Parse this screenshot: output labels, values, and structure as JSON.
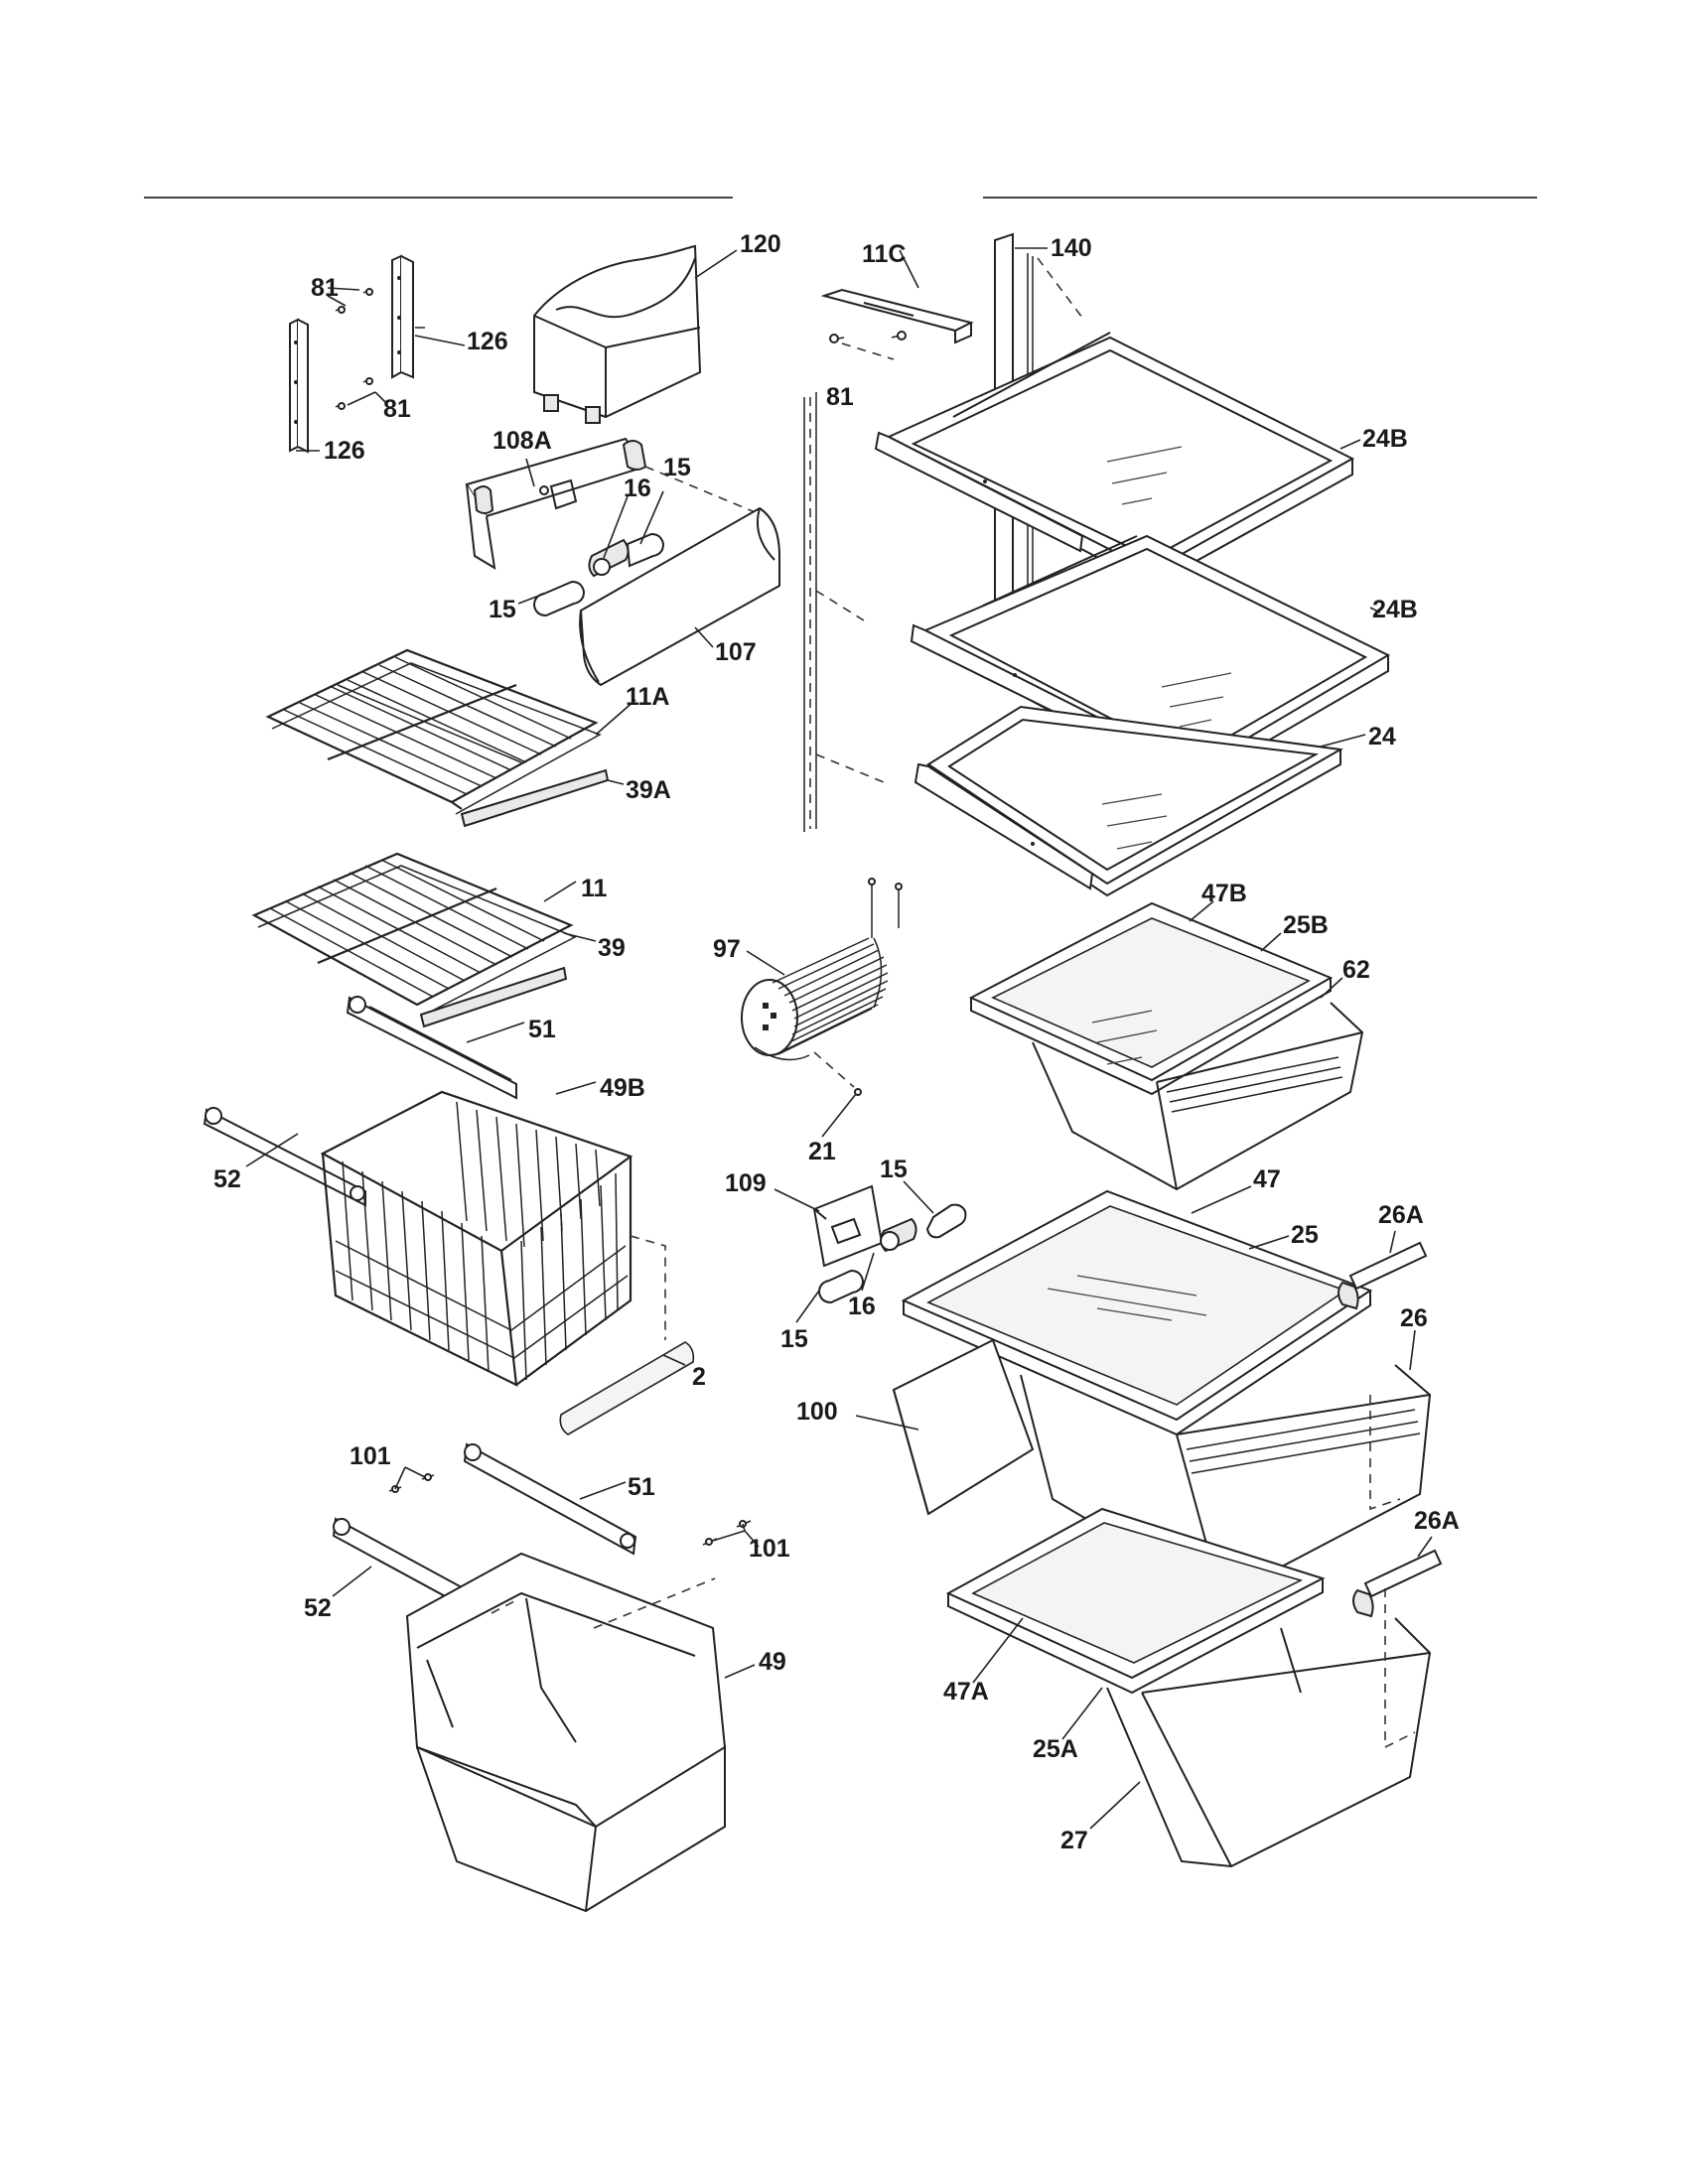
{
  "labels": {
    "p120": "120",
    "p81a": "81",
    "p126a": "126",
    "p81b": "81",
    "p126b": "126",
    "p108A": "108A",
    "p15a": "15",
    "p16a": "16",
    "p15b": "15",
    "p107": "107",
    "p11A": "11A",
    "p39A": "39A",
    "p11": "11",
    "p39": "39",
    "p51a": "51",
    "p49B": "49B",
    "p52a": "52",
    "p2": "2",
    "p101a": "101",
    "p51b": "51",
    "p101b": "101",
    "p52b": "52",
    "p49": "49",
    "p11C": "11C",
    "p140": "140",
    "p81c": "81",
    "p24Ba": "24B",
    "p24Bb": "24B",
    "p24": "24",
    "p97": "97",
    "p47B": "47B",
    "p25B": "25B",
    "p62": "62",
    "p21": "21",
    "p109": "109",
    "p15c": "15",
    "p15d": "15",
    "p16b": "16",
    "p47": "47",
    "p25": "25",
    "p26Aa": "26A",
    "p26": "26",
    "p100": "100",
    "p26Ab": "26A",
    "p47A": "47A",
    "p25A": "25A",
    "p27": "27"
  }
}
